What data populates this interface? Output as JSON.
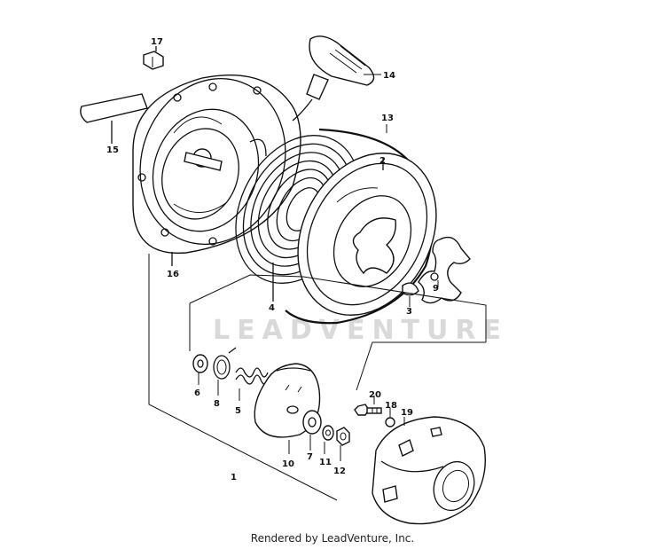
{
  "watermark": "LEADVENTURE",
  "footer": "Rendered by LeadVenture, Inc.",
  "callouts": {
    "c1": "1",
    "c2": "2",
    "c3": "3",
    "c4": "4",
    "c5": "5",
    "c6": "6",
    "c7": "7",
    "c8": "8",
    "c9": "9",
    "c10": "10",
    "c11": "11",
    "c12": "12",
    "c13": "13",
    "c14": "14",
    "c15": "15",
    "c16": "16",
    "c17": "17",
    "c18": "18",
    "c19": "19",
    "c20": "20"
  }
}
